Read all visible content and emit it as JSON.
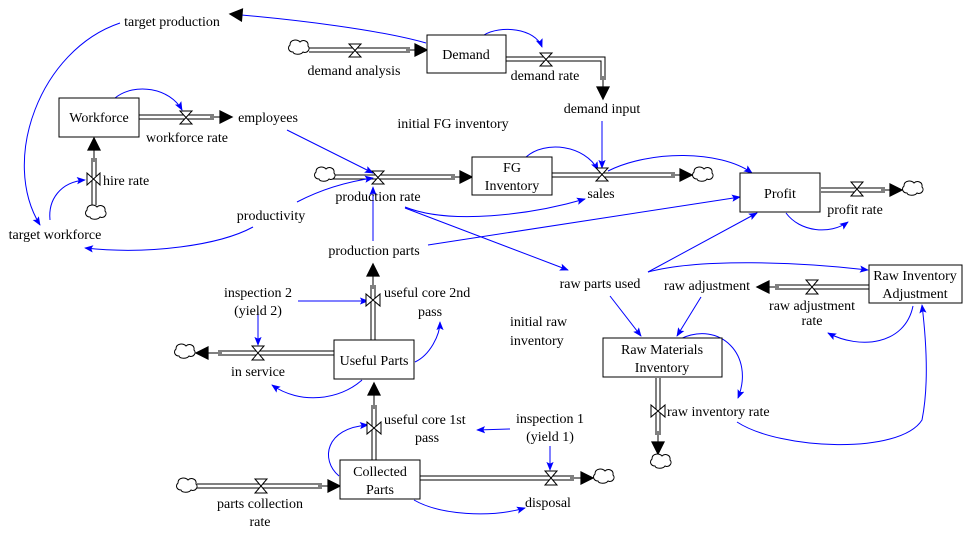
{
  "diagram": {
    "type": "stock-and-flow",
    "colors": {
      "stock_border": "#000000",
      "flow_pipe": "#000000",
      "causal_link": "#0000ff",
      "text": "#000000",
      "background": "#ffffff"
    },
    "stocks": {
      "workforce": "Workforce",
      "demand": "Demand",
      "fg_inventory_1": "FG",
      "fg_inventory_2": "Inventory",
      "profit": "Profit",
      "raw_inventory_adjustment_1": "Raw Inventory",
      "raw_inventory_adjustment_2": "Adjustment",
      "raw_materials_inventory_1": "Raw Materials",
      "raw_materials_inventory_2": "Inventory",
      "useful_parts": "Useful Parts",
      "collected_parts_1": "Collected",
      "collected_parts_2": "Parts"
    },
    "flows": {
      "workforce_rate": "workforce rate",
      "hire_rate": "hire rate",
      "demand_analysis": "demand analysis",
      "demand_rate": "demand rate",
      "production_rate": "production rate",
      "sales": "sales",
      "profit_rate": "profit rate",
      "raw_adjustment_rate_1": "raw adjustment",
      "raw_adjustment_rate_2": "rate",
      "raw_inventory_rate": "raw inventory rate",
      "useful_core_2nd_pass_1": "useful core 2nd",
      "useful_core_2nd_pass_2": "pass",
      "useful_core_1st_pass_1": "useful core 1st",
      "useful_core_1st_pass_2": "pass",
      "in_service": "in service",
      "parts_collection_rate_1": "parts collection",
      "parts_collection_rate_2": "rate",
      "disposal": "disposal"
    },
    "variables": {
      "target_production": "target production",
      "employees": "employees",
      "target_workforce": "target workforce",
      "productivity": "productivity",
      "demand_input": "demand input",
      "initial_fg_inventory": "initial FG inventory",
      "production_parts": "production parts",
      "raw_parts_used": "raw parts used",
      "raw_adjustment": "raw adjustment",
      "initial_raw_inventory_1": "initial raw",
      "initial_raw_inventory_2": "inventory",
      "inspection_2_1": "inspection 2",
      "inspection_2_2": "(yield 2)",
      "inspection_1_1": "inspection 1",
      "inspection_1_2": "(yield 1)"
    }
  }
}
